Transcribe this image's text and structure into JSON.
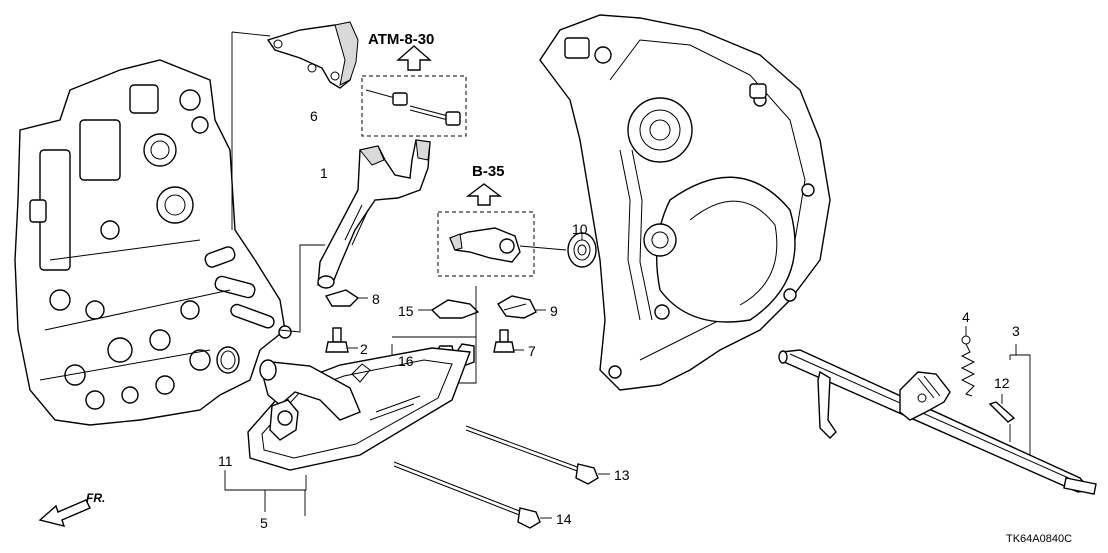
{
  "diagram": {
    "drawing_code": "TK64A0840C",
    "direction_label": "FR.",
    "references": [
      {
        "id": "atm",
        "label": "ATM-8-30"
      },
      {
        "id": "b35",
        "label": "B-35"
      }
    ],
    "callouts": [
      {
        "id": "c1",
        "label": "1"
      },
      {
        "id": "c2",
        "label": "2"
      },
      {
        "id": "c3",
        "label": "3"
      },
      {
        "id": "c4",
        "label": "4"
      },
      {
        "id": "c5",
        "label": "5"
      },
      {
        "id": "c6",
        "label": "6"
      },
      {
        "id": "c7",
        "label": "7"
      },
      {
        "id": "c8",
        "label": "8"
      },
      {
        "id": "c9",
        "label": "9"
      },
      {
        "id": "c10",
        "label": "10"
      },
      {
        "id": "c11",
        "label": "11"
      },
      {
        "id": "c12",
        "label": "12"
      },
      {
        "id": "c13",
        "label": "13"
      },
      {
        "id": "c14",
        "label": "14"
      },
      {
        "id": "c15",
        "label": "15"
      },
      {
        "id": "c16",
        "label": "16"
      }
    ]
  }
}
